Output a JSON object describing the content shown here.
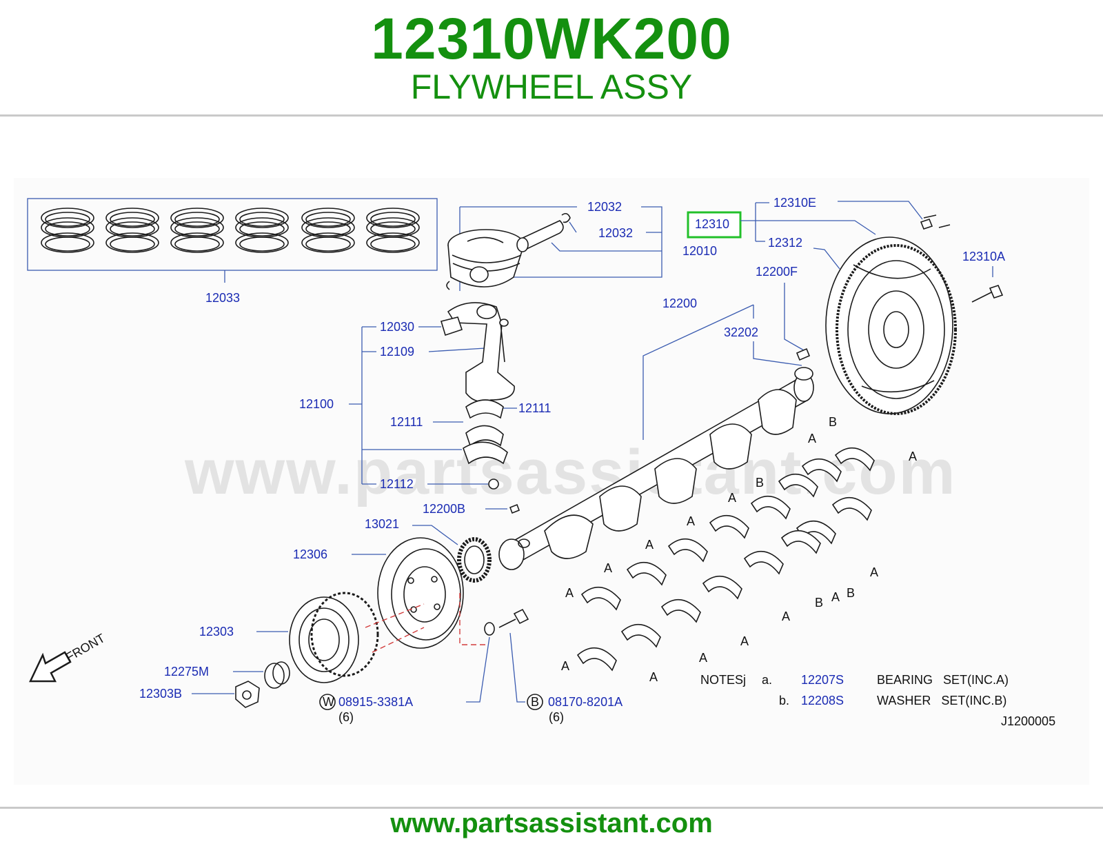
{
  "header": {
    "part_number": "12310WK200",
    "part_name": "FLYWHEEL ASSY"
  },
  "footer": {
    "url": "www.partsassistant.com"
  },
  "diagram": {
    "watermark": "www.partsassistant.com",
    "diagram_code": "J1200005",
    "highlight_color": "#22c02a",
    "brand_color": "#14900f",
    "callout_color": "#1a2bb3",
    "callouts": {
      "c12033": "12033",
      "c12032a": "12032",
      "c12032b": "12032",
      "c12010": "12010",
      "c12310": "12310",
      "c12310E": "12310E",
      "c12312": "12312",
      "c12310A": "12310A",
      "c12200F": "12200F",
      "c12200": "12200",
      "c32202": "32202",
      "c12030": "12030",
      "c12109": "12109",
      "c12100": "12100",
      "c12111a": "12111",
      "c12111b": "12111",
      "c12112": "12112",
      "c12200B": "12200B",
      "c13021": "13021",
      "c12306": "12306",
      "c12303": "12303",
      "c12275M": "12275M",
      "c12303B": "12303B",
      "c08915": "08915-3381A",
      "c08915_qty": "(6)",
      "c08915_mark": "W",
      "c08170": "08170-8201A",
      "c08170_qty": "(6)",
      "c08170_mark": "B"
    },
    "bearing_marks": {
      "A": "A",
      "B": "B"
    },
    "front_label": "FRONT",
    "notes": {
      "heading": "NOTESj",
      "a_key": "a.",
      "a_part": "12207S",
      "a_desc": "BEARING   SET(INC.A)",
      "b_key": "b.",
      "b_part": "12208S",
      "b_desc": "WASHER   SET(INC.B)"
    }
  }
}
